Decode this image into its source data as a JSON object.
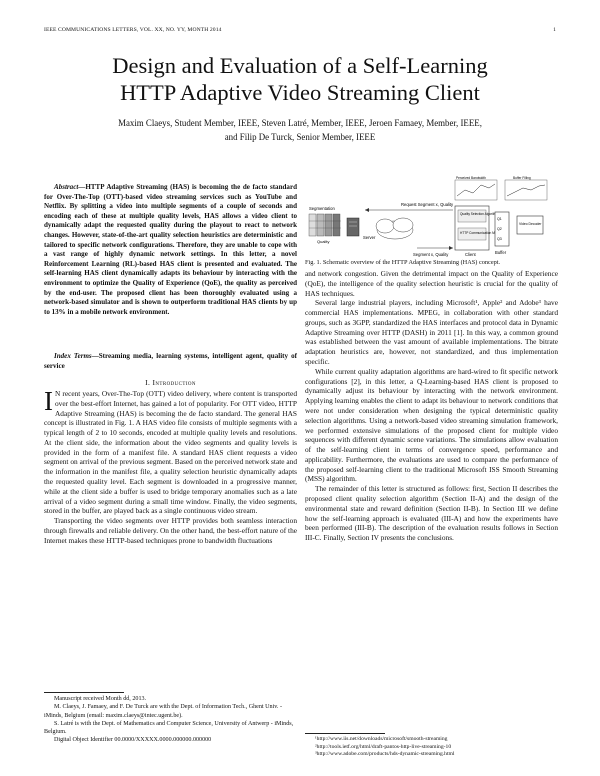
{
  "header": {
    "journal": "IEEE COMMUNICATIONS LETTERS, VOL. XX, NO. YY, MONTH 2014",
    "page_number": "1"
  },
  "title": {
    "line1": "Design and Evaluation of a Self-Learning",
    "line2": "HTTP Adaptive Video Streaming Client"
  },
  "authors": {
    "line1": "Maxim Claeys, Student Member, IEEE, Steven Latré, Member, IEEE, Jeroen Famaey, Member, IEEE,",
    "line2": "and Filip De Turck, Senior Member, IEEE"
  },
  "abstract": {
    "label": "Abstract",
    "text": "—HTTP Adaptive Streaming (HAS) is becoming the de facto standard for Over-The-Top (OTT)-based video streaming services such as YouTube and Netflix. By splitting a video into multiple segments of a couple of seconds and encoding each of these at multiple quality levels, HAS allows a video client to dynamically adapt the requested quality during the playout to react to network changes. However, state-of-the-art quality selection heuristics are deterministic and tailored to specific network configurations. Therefore, they are unable to cope with a vast range of highly dynamic network settings. In this letter, a novel Reinforcement Learning (RL)-based HAS client is presented and evaluated. The self-learning HAS client dynamically adapts its behaviour by interacting with the environment to optimize the Quality of Experience (QoE), the quality as perceived by the end-user. The proposed client has been thoroughly evaluated using a network-based simulator and is shown to outperform traditional HAS clients by up to 13% in a mobile network environment."
  },
  "index_terms": {
    "label": "Index Terms",
    "text": "—Streaming media, learning systems, intelligent agent, quality of service"
  },
  "section1": {
    "heading": "I. Introduction",
    "dropcap": "I",
    "p1_rest": "N recent years, Over-The-Top (OTT) video delivery, where content is transported over the best-effort Internet, has gained a lot of popularity. For OTT video, HTTP Adaptive Streaming (HAS) is becoming the de facto standard. The general HAS concept is illustrated in Fig. 1. A HAS video file consists of multiple segments with a typical length of 2 to 10 seconds, encoded at multiple quality levels and resolutions. At the client side, the information about the video segments and quality levels is provided in the form of a manifest file. A standard HAS client requests a video segment on arrival of the previous segment. Based on the perceived network state and the information in the manifest file, a quality selection heuristic dynamically adapts the requested quality level. Each segment is downloaded in a progressive manner, while at the client side a buffer is used to bridge temporary anomalies such as a late arrival of a video segment during a small time window. Finally, the video segments, stored in the buffer, are played back as a single continuous video stream.",
    "p2": "Transporting the video segments over HTTP provides both seamless interaction through firewalls and reliable delivery. On the other hand, the best-effort nature of the Internet makes these HTTP-based techniques prone to bandwidth fluctuations"
  },
  "left_footnotes": {
    "received": "Manuscript received Month dd, 2013.",
    "affil1": "M. Claeys, J. Famaey, and F. De Turck are with the Dept. of Information Tech., Ghent Univ. - iMinds, Belgium (email: maxim.claeys@intec.ugent.be).",
    "affil2": "S. Latré is with the Dept. of Mathematics and Computer Science, University of Antwerp - iMinds, Belgium.",
    "doi": "Digital Object Identifier 00.0000/XXXXX.0000.000000.000000"
  },
  "figure1": {
    "caption": "Fig. 1.  Schematic overview of the HTTP Adaptive Streaming (HAS) concept.",
    "labels": {
      "segmentation": "Segmentation",
      "request": "Request Segment x, Quality",
      "segment_quality": "Segment x, Quality",
      "quality": "Quality",
      "server": "Server",
      "client": "Client",
      "buffer": "Buffer",
      "video_decoder": "Video Decoder",
      "quality_sel": "Quality Selection Algorithm",
      "http_comm": "HTTP Communication Manager",
      "perceived_bw": "Perceived Bandwidth",
      "buffer_filling": "Buffer Filling",
      "q1": "Q1",
      "q2": "Q2",
      "q3": "Q3"
    }
  },
  "right_column": {
    "p0": "and network congestion. Given the detrimental impact on the Quality of Experience (QoE), the intelligence of the quality selection heuristic is crucial for the quality of HAS techniques.",
    "p1": "Several large industrial players, including Microsoft¹, Apple² and Adobe³ have commercial HAS implementations. MPEG, in collaboration with other standard groups, such as 3GPP, standardized the HAS interfaces and protocol data in Dynamic Adaptive Streaming over HTTP (DASH) in 2011 [1]. In this way, a common ground was established between the vast amount of available implementations. The bitrate adaptation heuristics are, however, not standardized, and thus implementation specific.",
    "p2": "While current quality adaptation algorithms are hard-wired to fit specific network configurations [2], in this letter, a Q-Learning-based HAS client is proposed to dynamically adjust its behaviour by interacting with the network environment. Applying learning enables the client to adapt its behaviour to network conditions that were not under consideration when designing the typical deterministic quality selection algorithms. Using a network-based video streaming simulation framework, we performed extensive simulations of the proposed client for multiple video sequences with different dynamic scene variations. The simulations allow evaluation of the self-learning client in terms of convergence speed, performance and applicability. Furthermore, the evaluations are used to compare the performance of the proposed self-learning client to the traditional Microsoft ISS Smooth Streaming (MSS) algorithm.",
    "p3": "The remainder of this letter is structured as follows: first, Section II describes the proposed client quality selection algorithm (Section II-A) and the design of the environmental state and reward definition (Section II-B). In Section III we define how the self-learning approach is evaluated (III-A) and how the experiments have been performed (III-B). The description of the evaluation results follows in Section III-C. Finally, Section IV presents the conclusions."
  },
  "right_footnotes": {
    "fn1": "¹http://www.iis.net/downloads/microsoft/smooth-streaming",
    "fn2": "²http://tools.ietf.org/html/draft-pantos-http-live-streaming-10",
    "fn3": "³http://www.adobe.com/products/hds-dynamic-streaming.html"
  }
}
